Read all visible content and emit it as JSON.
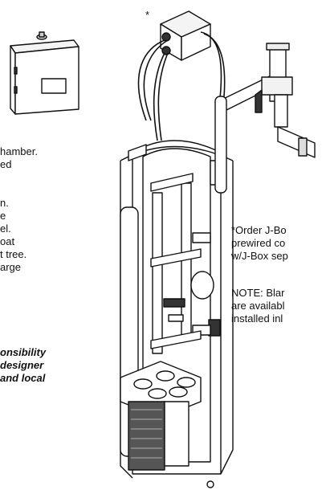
{
  "left_text": {
    "lines": [
      "hamber.",
      "ed",
      "",
      "n.",
      "e",
      "el.",
      "oat",
      "t tree.",
      "arge"
    ]
  },
  "left_note": {
    "lines": [
      "onsibility",
      "designer",
      "and local"
    ]
  },
  "asterisk": "*",
  "right_text": {
    "order_lines": [
      "*Order J-Bo",
      "prewired co",
      "w/J-Box sep"
    ],
    "note_lines": [
      "NOTE: Blar",
      "are availabl",
      "installed inl"
    ]
  }
}
